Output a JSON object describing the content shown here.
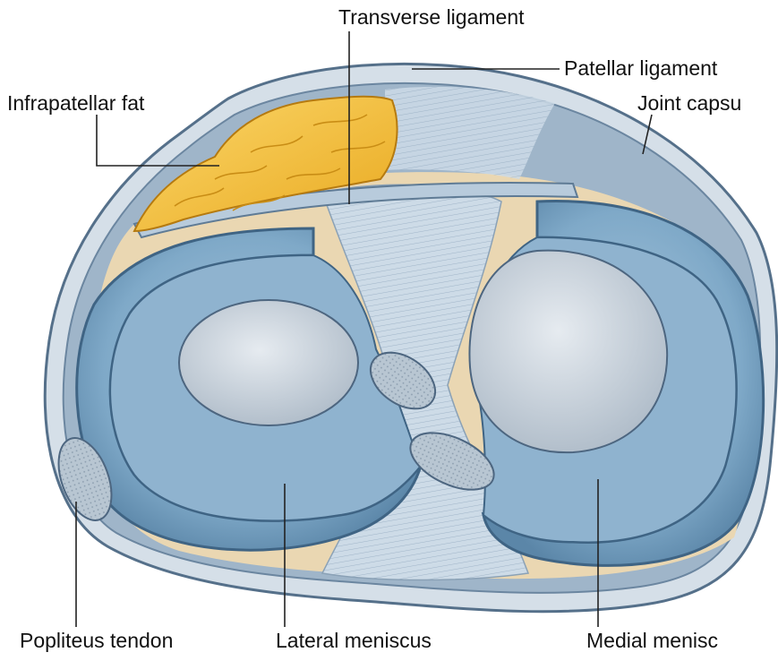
{
  "labels": {
    "transverse_ligament": "Transverse ligament",
    "patellar_ligament": "Patellar ligament",
    "infrapatellar_fat": "Infrapatellar fat",
    "joint_capsule": "Joint capsu",
    "popliteus_tendon": "Popliteus tendon",
    "lateral_meniscus": "Lateral meniscus",
    "medial_meniscus": "Medial menisc"
  },
  "colors": {
    "capsule": "#8fa7bd",
    "meniscus": "#7fa9c8",
    "cartilage": "#c9d3dc",
    "fat": "#f5c33f",
    "synovial": "#ead7b2",
    "ligament": "#c8d6e3"
  }
}
